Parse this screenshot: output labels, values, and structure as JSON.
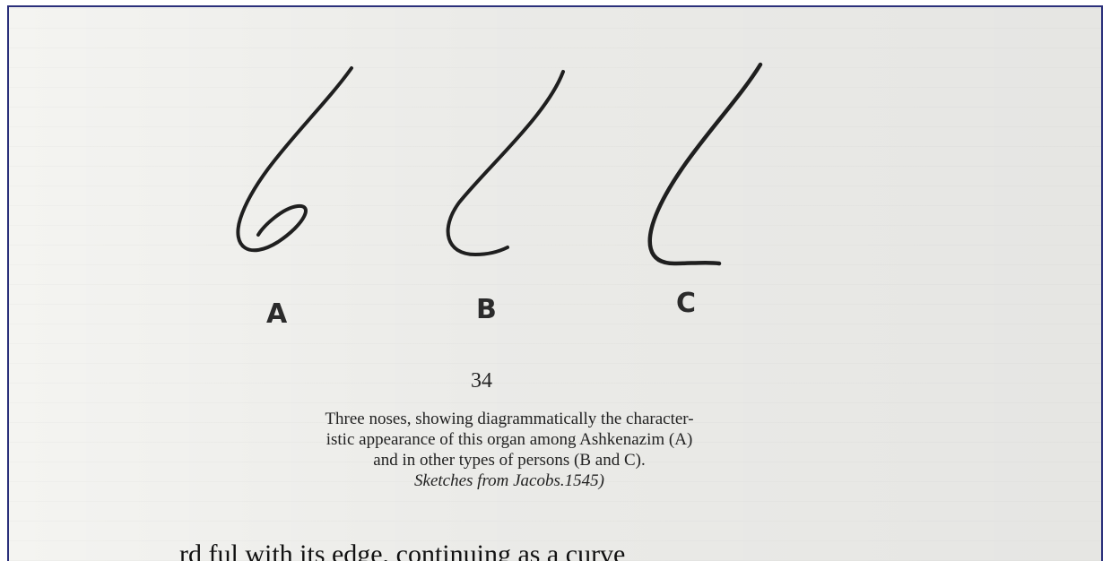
{
  "figure": {
    "labels": {
      "a": "A",
      "b": "B",
      "c": "C"
    },
    "number": "34",
    "caption": {
      "line1": "Three noses, showing diagrammatically the character-",
      "line2": "istic appearance of this organ among Ashkenazim (A)",
      "line3": "and in other types of persons (B and C).",
      "source": "Sketches from Jacobs.1545)"
    }
  },
  "body_text": {
    "partial_line": "rd ful with its edge, continuing as a curve"
  }
}
